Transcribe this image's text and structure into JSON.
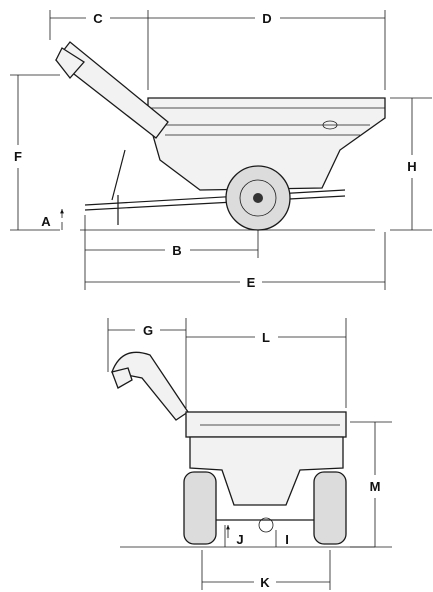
{
  "side_view": {
    "labels": {
      "a": "A",
      "b": "B",
      "c": "C",
      "d": "D",
      "e": "E",
      "f": "F",
      "h": "H"
    }
  },
  "rear_view": {
    "labels": {
      "g": "G",
      "i": "I",
      "j": "J",
      "k": "K",
      "l": "L",
      "m": "M"
    }
  }
}
